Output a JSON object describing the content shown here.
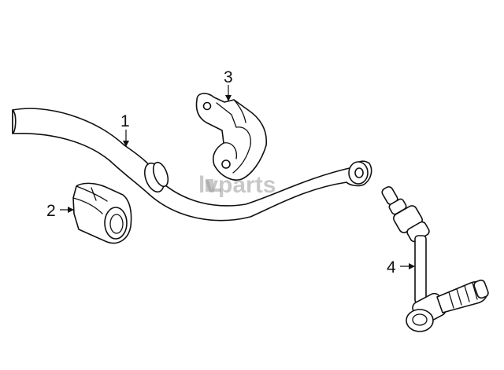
{
  "diagram": {
    "watermark": "lvparts",
    "callouts": [
      {
        "id": "1",
        "label": "1"
      },
      {
        "id": "2",
        "label": "2"
      },
      {
        "id": "3",
        "label": "3"
      },
      {
        "id": "4",
        "label": "4"
      }
    ]
  }
}
